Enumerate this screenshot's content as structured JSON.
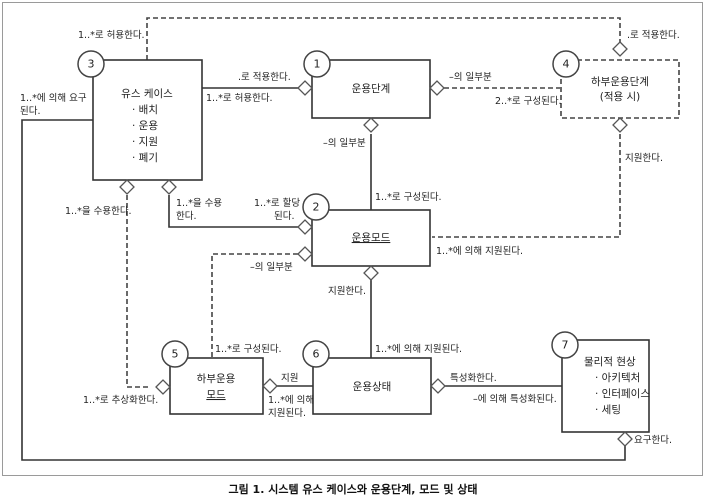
{
  "caption": "그림 1. 시스템 유스 케이스와 운용단계, 모드 및 상태",
  "nodes": {
    "n1": {
      "number": "1",
      "title": "운용단계"
    },
    "n2": {
      "number": "2",
      "title": "운용모드"
    },
    "n3": {
      "number": "3",
      "title": "유스 케이스",
      "items": [
        "· 배치",
        "· 운용",
        "· 지원",
        "· 폐기"
      ]
    },
    "n4": {
      "number": "4",
      "title": "하부운용단계",
      "subtitle": "(적용 시)"
    },
    "n5": {
      "number": "5",
      "title": "하부운용",
      "subtitle": "모드"
    },
    "n6": {
      "number": "6",
      "title": "운용상태"
    },
    "n7": {
      "number": "7",
      "title": "물리적 현상",
      "items": [
        "· 아키텍처",
        "· 인터페이스",
        "· 세팅"
      ]
    }
  },
  "labels": {
    "l3_top": "1..*로 허용한다.",
    "l4_top": ".로 적용한다.",
    "l3_left_1": "1..*에 의해 요구",
    "l3_left_2": "된다.",
    "l31_top": ".로 적용한다.",
    "l31_bottom": "1..*로 허용한다.",
    "l14_top": "–의 일부분",
    "l14_bottom": "2..*로 구성된다.",
    "l12_top": "–의 일부분",
    "l12_bottom": "1..*로 구성된다.",
    "l4_support": "지원한다.",
    "l3_accept_left": "1..*을 수용한다.",
    "l3_accept_right_1": "1..*을 수용",
    "l3_accept_right_2": "한다.",
    "l2_alloc_1": "1..*로 할당",
    "l2_alloc_2": "된다.",
    "l25_part": "–의 일부분",
    "l24_supported": "1..*에 의해 지원된다.",
    "l26_support": "지원한다.",
    "l26_supported": "1..*에 의해 지원된다.",
    "l5_compose": "1..*로 구성된다.",
    "l5_abstract": "1..*로 추상화한다.",
    "l56_support": "지원",
    "l56_supported_1": "1..*에 의해",
    "l56_supported_2": "지원된다.",
    "l67_characterize": "특성화한다.",
    "l67_characterized": "–에 의해 특성화된다.",
    "l7_require": "요구한다."
  }
}
